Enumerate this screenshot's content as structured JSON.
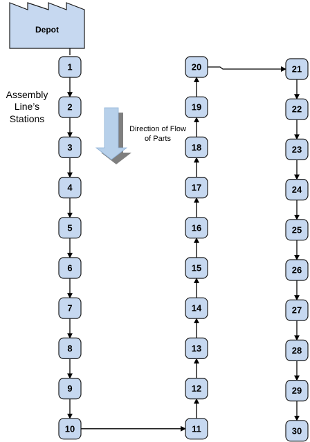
{
  "depot": {
    "label": "Depot"
  },
  "caption": {
    "lines": [
      "Assembly",
      "Line’s",
      "Stations"
    ]
  },
  "flow": {
    "lines": [
      "Direction of Flow",
      "of Parts"
    ]
  },
  "stations": [
    "1",
    "2",
    "3",
    "4",
    "5",
    "6",
    "7",
    "8",
    "9",
    "10",
    "11",
    "12",
    "13",
    "14",
    "15",
    "16",
    "17",
    "18",
    "19",
    "20",
    "21",
    "22",
    "23",
    "24",
    "25",
    "26",
    "27",
    "28",
    "29",
    "30"
  ],
  "colors": {
    "box_fill": "#c6d8f0",
    "box_stroke": "#1a1a1a",
    "arrow_fill": "#b7d0ea",
    "arrow_shadow": "#7f7f7f",
    "line": "#000000"
  }
}
